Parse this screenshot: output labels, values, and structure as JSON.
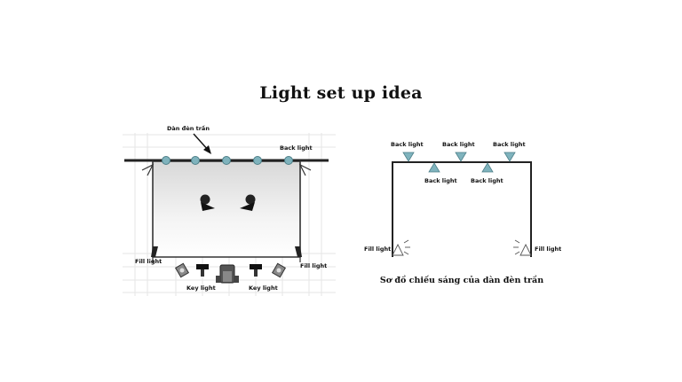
{
  "title": "Light set up idea",
  "left": {
    "ceiling_rig_label": "Dàn đèn trần",
    "back_light_label": "Back light",
    "fill_light_left": "Fill light",
    "fill_light_right": "Fill light",
    "key_light_left": "Key light",
    "key_light_right": "Key light"
  },
  "right": {
    "back_light_1": "Back light",
    "back_light_2": "Back light",
    "back_light_3": "Back light",
    "back_light_4": "Back light",
    "back_light_5": "Back light",
    "fill_light_left": "Fill light",
    "fill_light_right": "Fill light",
    "caption": "Sơ đồ chiếu sáng của dàn đèn trần"
  },
  "colors": {
    "light_marker": "#7fb3bd",
    "frame": "#222222",
    "grid": "#e6e6e6"
  }
}
